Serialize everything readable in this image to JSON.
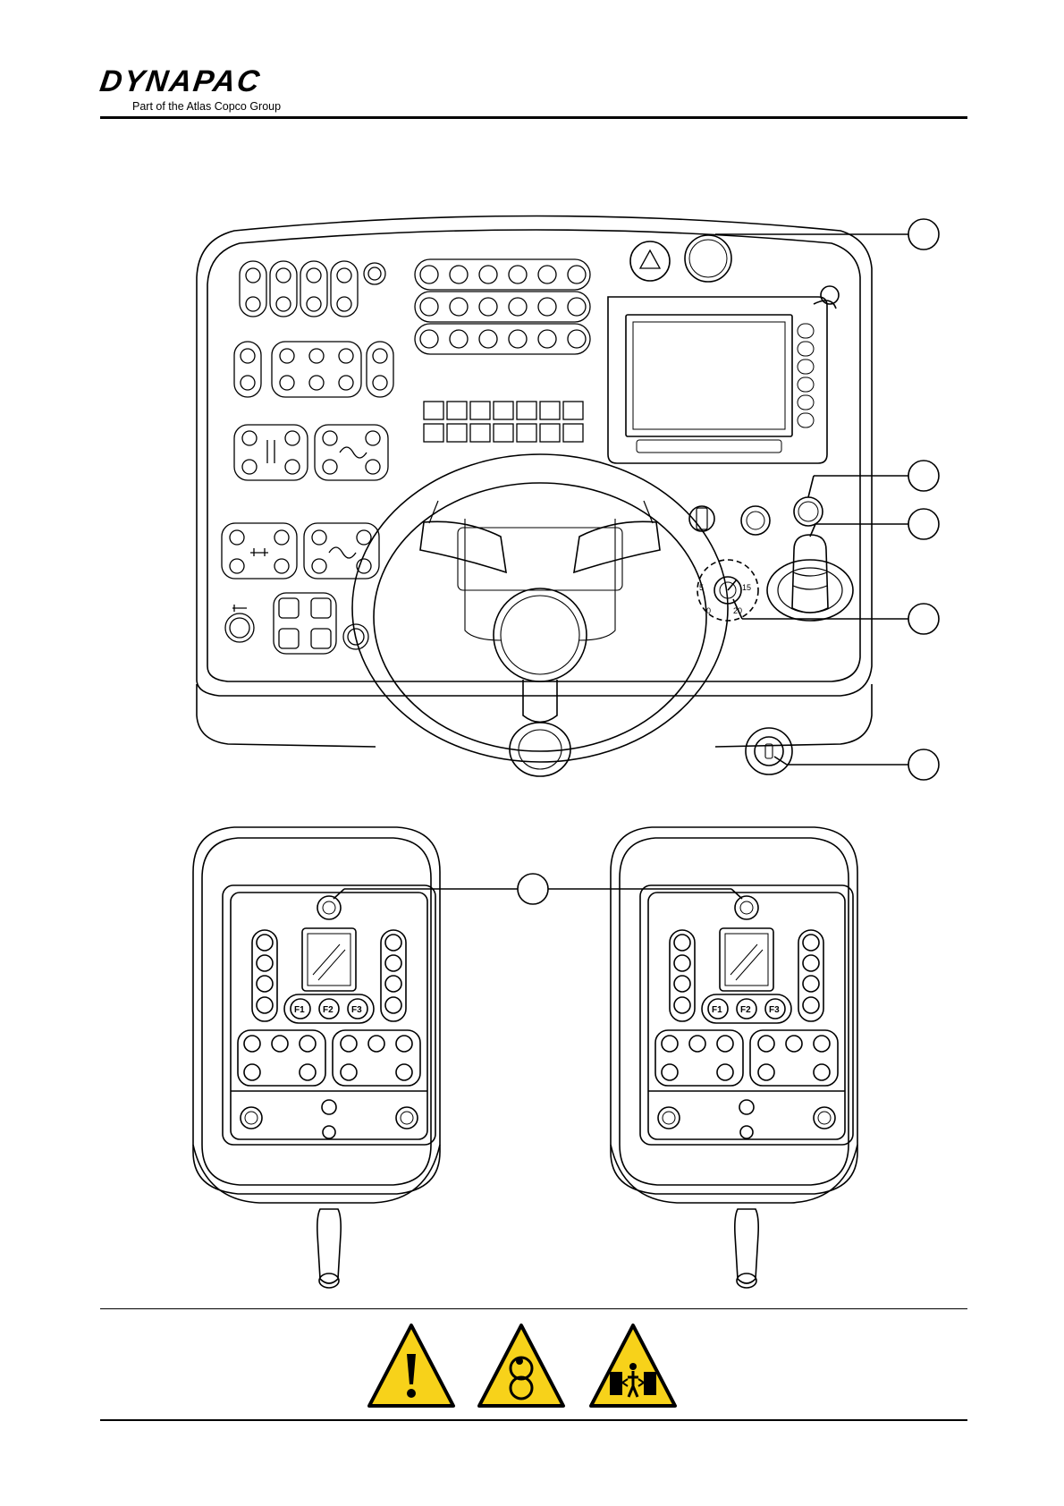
{
  "header": {
    "brand": "DYNAPAC",
    "tagline": "Part of the Atlas Copco Group"
  },
  "dial": {
    "t0": "0",
    "t5": "5",
    "t15": "15",
    "t20": "20"
  },
  "remote_panel": {
    "f1": "F1",
    "f2": "F2",
    "f3": "F3"
  },
  "icons": {
    "warning": "warning-exclamation-icon",
    "crush": "crush-hazard-icon",
    "pinch": "pinch-hazard-icon"
  },
  "colors": {
    "warning_yellow": "#f7d21a",
    "line": "#000000"
  }
}
